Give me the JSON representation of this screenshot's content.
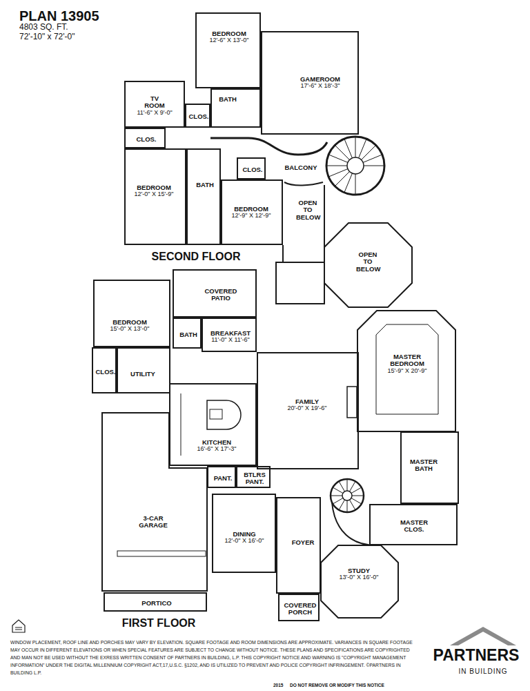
{
  "diagram": {
    "title": "PLAN 13905",
    "nodes": [
      {
        "text": [
          "BEDROOM",
          "12'-6\" X 13'-0\""
        ]
      },
      {
        "text": [
          "GAMEROOM",
          "17'-6\" X 18'-3\""
        ]
      },
      {
        "text": [
          "TV ROOM",
          "11'-6\" X 9'-0\""
        ]
      },
      {
        "text": [
          "CLOS."
        ]
      },
      {
        "text": [
          "BATH"
        ]
      },
      {
        "text": [
          "CLOS."
        ]
      },
      {
        "text": [
          "BEDROOM",
          "12'-0\" X 15'-9\""
        ]
      },
      {
        "text": [
          "BATH"
        ]
      },
      {
        "text": [
          "CLOS."
        ]
      },
      {
        "text": [
          "BEDROOM",
          "12'-9\" X 12'-9\""
        ]
      },
      {
        "text": [
          "OPEN TO BELOW"
        ]
      },
      {
        "text": [
          "COVERED PATIO"
        ]
      },
      {
        "text": [
          "BEDROOM",
          "15'-0\" X 13'-0\""
        ]
      },
      {
        "text": [
          "BATH"
        ]
      },
      {
        "text": [
          "BREAKFAST",
          "11'-0\" X 11'-6\""
        ]
      },
      {
        "text": [
          "CLOS."
        ]
      },
      {
        "text": [
          "UTILITY"
        ]
      },
      {
        "text": [
          "FAMILY",
          "20'-0\" X 19'-6\""
        ]
      },
      {
        "text": [
          "MASTER BEDROOM",
          "15'-9\" X 20'-9\""
        ]
      },
      {
        "text": [
          "KITCHEN",
          "16'-6\" X 17'-3\""
        ]
      },
      {
        "text": [
          "MASTER BATH"
        ]
      },
      {
        "text": [
          "PANT."
        ]
      },
      {
        "text": [
          "BTLRS PANT."
        ]
      },
      {
        "text": [
          "3-CAR GARAGE"
        ]
      },
      {
        "text": [
          "DINING",
          "12'-0\" X 16'-0\""
        ]
      },
      {
        "text": [
          "FOYER"
        ]
      },
      {
        "text": [
          "MASTER CLOS."
        ]
      },
      {
        "text": [
          "STUDY",
          "13'-0\" X 16'-0\""
        ]
      },
      {
        "text": [
          "PORTICO"
        ]
      },
      {
        "text": [
          "COVERED PORCH"
        ]
      }
    ],
    "labels": [
      "4803 SQ. FT.",
      "72'-10\" x 72'-0\"",
      "BALCONY",
      "OPEN TO BELOW",
      "SECOND FLOOR",
      "FIRST FLOOR",
      "WINDOW PLACEMENT, ROOF LINE AND PORCHES MAY VARY BY ELEVATION. SQUARE FOOTAGE AND ROOM DIMENSIONS ARE APPROXIMATE. VARIANCES IN SQUARE FOOTAGE MAY OCCUR IN DIFFERENT ELEVATIONS OR WHEN SPECIAL FEATURES ARE SUBJECT TO CHANGE WITHOUT NOTICE. THESE PLANS AND SPECIFICATIONS ARE COPYRIGHTED AND MAN NOT BE USED WITHOUT THE EXRESS WRITTEN CONSENT OF PARTNERS IN BUILDING, L.P. THIS COPYRIGHT NOTICE AND WARNING IS \"COPYRIGHT MANAGEMENT INFORMATION\" UNDER THE DIGITAL MILLENNIUM COPYRIGHT ACT,17,U.S.C. §1202, AND IS UTILIZED TO PREVENT AND POLICE COPYRIGHT INFRINGEMENT. ©PARTNERS IN BUILDING L.P.",
      "2015",
      "DO NOT REMOVE OR MODIFY THIS NOTICE",
      "PARTNERS",
      "IN BUILDING"
    ]
  }
}
